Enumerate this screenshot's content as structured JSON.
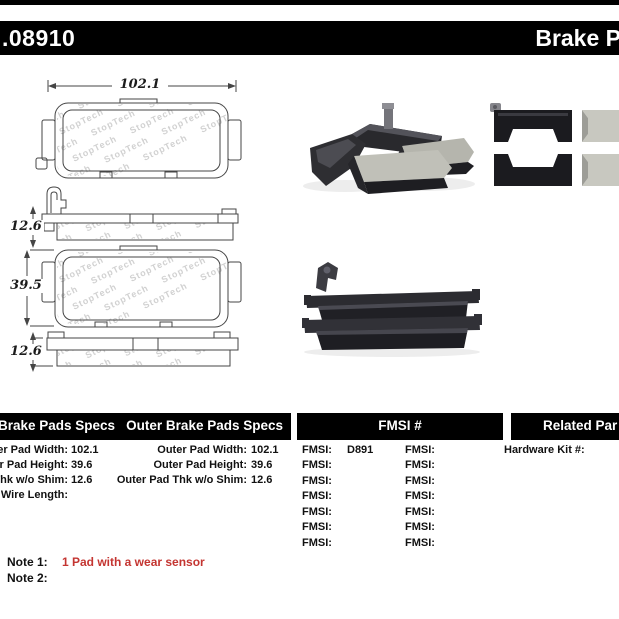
{
  "header": {
    "part_number": ".08910",
    "title": "Brake P"
  },
  "drawings": {
    "watermark_line": "StopTech StopTech StopTech StopTech StopTech",
    "width_dim": "102.1",
    "inner_thickness_dim": "12.6",
    "height_dim": "39.5",
    "outer_thickness_dim": "12.6"
  },
  "specs_table": {
    "left_header": "Brake Pads Specs",
    "outer_header": "Outer Brake Pads Specs",
    "fmsi_header": "FMSI #",
    "related_header": "Related Par",
    "fmsi_label": "FMSI:",
    "inner_rows": [
      {
        "label": "ner Pad Width:",
        "value": "102.1"
      },
      {
        "label": "er Pad Height:",
        "value": "39.6"
      },
      {
        "label": "Thk w/o Shim:",
        "value": "12.6"
      },
      {
        "label": "r Wire Length:",
        "value": ""
      }
    ],
    "outer_rows": [
      {
        "label": "Outer Pad Width:",
        "value": "102.1"
      },
      {
        "label": "Outer Pad Height:",
        "value": "39.6"
      },
      {
        "label": "Outer Pad Thk w/o Shim:",
        "value": "12.6"
      }
    ],
    "fmsi_col1": [
      "D891",
      "",
      "",
      "",
      "",
      "",
      ""
    ],
    "fmsi_col2": [
      "",
      "",
      "",
      "",
      "",
      "",
      ""
    ],
    "related_rows": [
      {
        "label": "Hardware Kit #:",
        "value": ""
      }
    ]
  },
  "notes": {
    "note1_label": "Note 1:",
    "note1_text": "1 Pad with a wear sensor",
    "note2_label": "Note 2:",
    "note2_text": ""
  },
  "colors": {
    "header_bar": "#000000",
    "note_red": "#c43531",
    "drawing_line": "#454545"
  }
}
